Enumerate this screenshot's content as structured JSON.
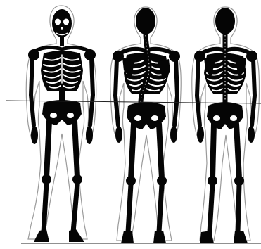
{
  "figure": {
    "background": "#ffffff",
    "bone_color": "#050505",
    "outline_color": "#9a9a9a",
    "views": [
      "front-view",
      "back-view-curved-spine",
      "back-view-straight-spine"
    ]
  }
}
